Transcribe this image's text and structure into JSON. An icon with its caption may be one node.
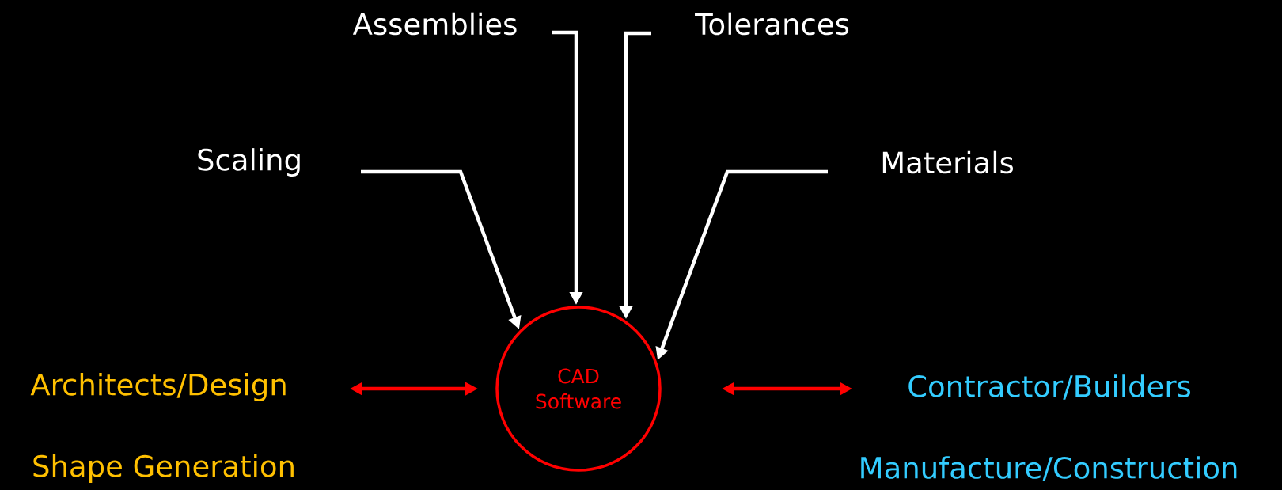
{
  "diagram": {
    "nodes": [
      {
        "text": [
          "Assemblies"
        ]
      },
      {
        "text": [
          "Tolerances"
        ]
      },
      {
        "text": [
          "Scaling"
        ]
      },
      {
        "text": [
          "Materials"
        ]
      },
      {
        "text": [
          "CAD Software"
        ]
      },
      {
        "text": [
          "Architects/Design"
        ],
        "beside": [
          "Shape Generation"
        ]
      },
      {
        "text": [
          "Contractor/Builders"
        ],
        "beside": [
          "Manufacture/Construction"
        ]
      }
    ],
    "edges": [
      {
        "from": 0,
        "to": 4,
        "arrow": "to"
      },
      {
        "from": 1,
        "to": 4,
        "arrow": "to"
      },
      {
        "from": 2,
        "to": 4,
        "arrow": "to"
      },
      {
        "from": 3,
        "to": 4,
        "arrow": "to"
      },
      {
        "from": 5,
        "to": 4,
        "arrow": "both",
        "color": "#ff0000"
      },
      {
        "from": 4,
        "to": 6,
        "arrow": "both",
        "color": "#ff0000"
      }
    ]
  }
}
